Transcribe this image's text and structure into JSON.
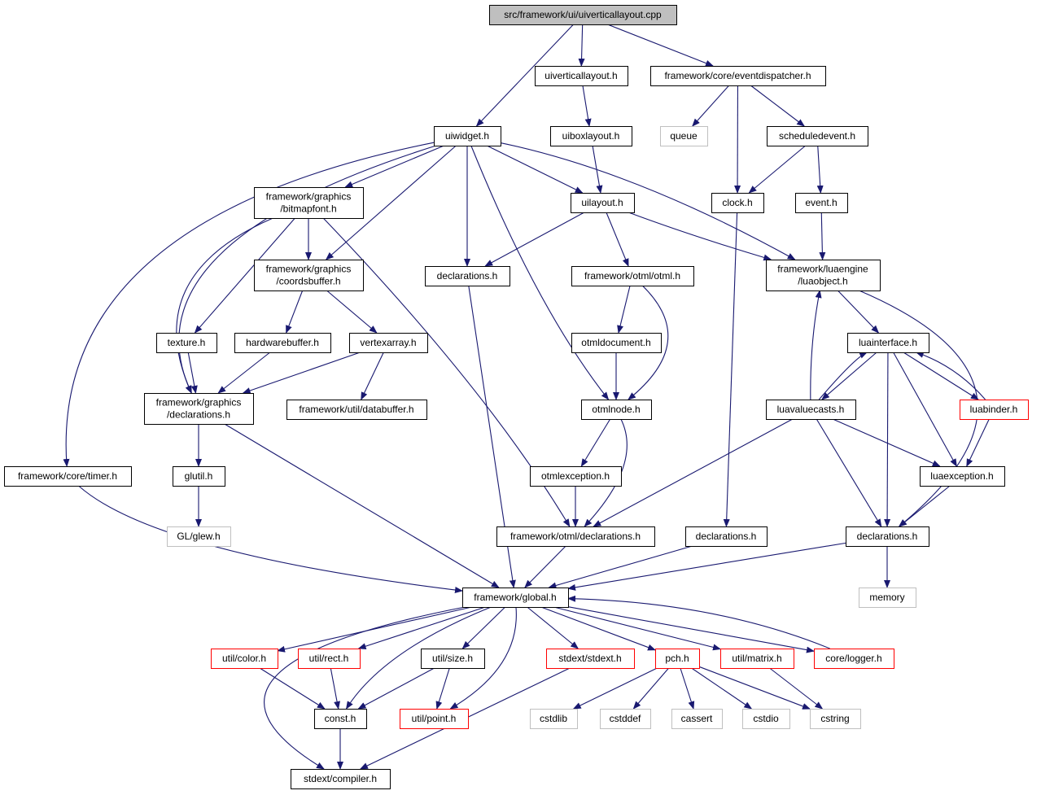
{
  "colors": {
    "edge": "#191970",
    "node_border_normal": "#000000",
    "node_border_truncated": "#ff0000",
    "node_border_external": "#bfbfbf",
    "root_fill": "#bfbfbf",
    "node_fill": "#ffffff",
    "text": "#000000"
  },
  "diagram": {
    "nodes": [
      {
        "id": "root",
        "label": "src/framework/ui/uiverticallayout.cpp",
        "style": "root"
      },
      {
        "id": "uiverticallayout",
        "label": "uiverticallayout.h",
        "style": "normal"
      },
      {
        "id": "eventdispatcher",
        "label": "framework/core/eventdispatcher.h",
        "style": "normal"
      },
      {
        "id": "uiwidget",
        "label": "uiwidget.h",
        "style": "normal"
      },
      {
        "id": "uiboxlayout",
        "label": "uiboxlayout.h",
        "style": "normal"
      },
      {
        "id": "queue",
        "label": "queue",
        "style": "external"
      },
      {
        "id": "scheduledevent",
        "label": "scheduledevent.h",
        "style": "normal"
      },
      {
        "id": "bitmapfont",
        "label": [
          "framework/graphics",
          "/bitmapfont.h"
        ],
        "style": "normal"
      },
      {
        "id": "uilayout",
        "label": "uilayout.h",
        "style": "normal"
      },
      {
        "id": "clock",
        "label": "clock.h",
        "style": "normal"
      },
      {
        "id": "event",
        "label": "event.h",
        "style": "normal"
      },
      {
        "id": "coordsbuffer",
        "label": [
          "framework/graphics",
          "/coordsbuffer.h"
        ],
        "style": "normal"
      },
      {
        "id": "declarations_ui",
        "label": "declarations.h",
        "style": "normal"
      },
      {
        "id": "otml",
        "label": "framework/otml/otml.h",
        "style": "normal"
      },
      {
        "id": "luaobject",
        "label": [
          "framework/luaengine",
          "/luaobject.h"
        ],
        "style": "normal"
      },
      {
        "id": "texture",
        "label": "texture.h",
        "style": "normal"
      },
      {
        "id": "hardwarebuffer",
        "label": "hardwarebuffer.h",
        "style": "normal"
      },
      {
        "id": "vertexarray",
        "label": "vertexarray.h",
        "style": "normal"
      },
      {
        "id": "otmldocument",
        "label": "otmldocument.h",
        "style": "normal"
      },
      {
        "id": "luainterface",
        "label": "luainterface.h",
        "style": "normal"
      },
      {
        "id": "graphics_decl",
        "label": [
          "framework/graphics",
          "/declarations.h"
        ],
        "style": "normal"
      },
      {
        "id": "databuffer",
        "label": "framework/util/databuffer.h",
        "style": "normal"
      },
      {
        "id": "otmlnode",
        "label": "otmlnode.h",
        "style": "normal"
      },
      {
        "id": "luavaluecasts",
        "label": "luavaluecasts.h",
        "style": "normal"
      },
      {
        "id": "luabinder",
        "label": "luabinder.h",
        "style": "truncated"
      },
      {
        "id": "timer",
        "label": "framework/core/timer.h",
        "style": "normal"
      },
      {
        "id": "glutil",
        "label": "glutil.h",
        "style": "normal"
      },
      {
        "id": "otmlexception",
        "label": "otmlexception.h",
        "style": "normal"
      },
      {
        "id": "luaexception",
        "label": "luaexception.h",
        "style": "normal"
      },
      {
        "id": "glew",
        "label": "GL/glew.h",
        "style": "external"
      },
      {
        "id": "otml_decl",
        "label": "framework/otml/declarations.h",
        "style": "normal"
      },
      {
        "id": "core_decl",
        "label": "declarations.h",
        "style": "normal"
      },
      {
        "id": "lua_decl",
        "label": "declarations.h",
        "style": "normal"
      },
      {
        "id": "memory",
        "label": "memory",
        "style": "external"
      },
      {
        "id": "global",
        "label": "framework/global.h",
        "style": "normal"
      },
      {
        "id": "color",
        "label": "util/color.h",
        "style": "truncated"
      },
      {
        "id": "rect",
        "label": "util/rect.h",
        "style": "truncated"
      },
      {
        "id": "size",
        "label": "util/size.h",
        "style": "normal"
      },
      {
        "id": "stdext",
        "label": "stdext/stdext.h",
        "style": "truncated"
      },
      {
        "id": "pch",
        "label": "pch.h",
        "style": "truncated"
      },
      {
        "id": "matrix",
        "label": "util/matrix.h",
        "style": "truncated"
      },
      {
        "id": "logger",
        "label": "core/logger.h",
        "style": "truncated"
      },
      {
        "id": "const",
        "label": "const.h",
        "style": "normal"
      },
      {
        "id": "point",
        "label": "util/point.h",
        "style": "truncated"
      },
      {
        "id": "cstdlib",
        "label": "cstdlib",
        "style": "external"
      },
      {
        "id": "cstddef",
        "label": "cstddef",
        "style": "external"
      },
      {
        "id": "cassert",
        "label": "cassert",
        "style": "external"
      },
      {
        "id": "cstdio",
        "label": "cstdio",
        "style": "external"
      },
      {
        "id": "cstring",
        "label": "cstring",
        "style": "external"
      },
      {
        "id": "compiler",
        "label": "stdext/compiler.h",
        "style": "normal"
      }
    ],
    "edges": [
      [
        "root",
        "uiwidget"
      ],
      [
        "root",
        "uiverticallayout"
      ],
      [
        "root",
        "eventdispatcher"
      ],
      [
        "uiverticallayout",
        "uiboxlayout"
      ],
      [
        "uiboxlayout",
        "uilayout"
      ],
      [
        "eventdispatcher",
        "queue"
      ],
      [
        "eventdispatcher",
        "clock"
      ],
      [
        "eventdispatcher",
        "scheduledevent"
      ],
      [
        "scheduledevent",
        "clock"
      ],
      [
        "scheduledevent",
        "event"
      ],
      [
        "event",
        "luaobject"
      ],
      [
        "uiwidget",
        "bitmapfont"
      ],
      [
        "uiwidget",
        "coordsbuffer"
      ],
      [
        "uiwidget",
        "declarations_ui"
      ],
      [
        "uiwidget",
        "uilayout"
      ],
      [
        "uiwidget",
        "luaobject"
      ],
      [
        "uiwidget",
        "otmlnode"
      ],
      [
        "uiwidget",
        "graphics_decl"
      ],
      [
        "uiwidget",
        "timer"
      ],
      [
        "bitmapfont",
        "coordsbuffer"
      ],
      [
        "bitmapfont",
        "texture"
      ],
      [
        "bitmapfont",
        "graphics_decl"
      ],
      [
        "bitmapfont",
        "otml_decl"
      ],
      [
        "uilayout",
        "declarations_ui"
      ],
      [
        "uilayout",
        "otml"
      ],
      [
        "uilayout",
        "luaobject"
      ],
      [
        "coordsbuffer",
        "hardwarebuffer"
      ],
      [
        "coordsbuffer",
        "vertexarray"
      ],
      [
        "texture",
        "graphics_decl"
      ],
      [
        "hardwarebuffer",
        "graphics_decl"
      ],
      [
        "vertexarray",
        "graphics_decl"
      ],
      [
        "vertexarray",
        "databuffer"
      ],
      [
        "otml",
        "otmldocument"
      ],
      [
        "otml",
        "otmlnode"
      ],
      [
        "otmldocument",
        "otmlnode"
      ],
      [
        "otmlnode",
        "otmlexception"
      ],
      [
        "otmlnode",
        "otml_decl"
      ],
      [
        "otmlexception",
        "otml_decl"
      ],
      [
        "luaobject",
        "luainterface"
      ],
      [
        "luaobject",
        "lua_decl"
      ],
      [
        "luainterface",
        "luavaluecasts"
      ],
      [
        "luainterface",
        "luabinder"
      ],
      [
        "luainterface",
        "luaexception"
      ],
      [
        "luainterface",
        "lua_decl"
      ],
      [
        "luavaluecasts",
        "luainterface"
      ],
      [
        "luavaluecasts",
        "luaobject"
      ],
      [
        "luavaluecasts",
        "luaexception"
      ],
      [
        "luavaluecasts",
        "lua_decl"
      ],
      [
        "luavaluecasts",
        "otml_decl"
      ],
      [
        "luabinder",
        "luainterface"
      ],
      [
        "luabinder",
        "luaexception"
      ],
      [
        "luaexception",
        "lua_decl"
      ],
      [
        "graphics_decl",
        "glutil"
      ],
      [
        "graphics_decl",
        "global"
      ],
      [
        "glutil",
        "glew"
      ],
      [
        "timer",
        "global"
      ],
      [
        "clock",
        "core_decl"
      ],
      [
        "core_decl",
        "global"
      ],
      [
        "otml_decl",
        "global"
      ],
      [
        "declarations_ui",
        "global"
      ],
      [
        "lua_decl",
        "global"
      ],
      [
        "lua_decl",
        "memory"
      ],
      [
        "global",
        "color"
      ],
      [
        "global",
        "rect"
      ],
      [
        "global",
        "size"
      ],
      [
        "global",
        "stdext"
      ],
      [
        "global",
        "pch"
      ],
      [
        "global",
        "matrix"
      ],
      [
        "global",
        "logger"
      ],
      [
        "global",
        "const"
      ],
      [
        "global",
        "point"
      ],
      [
        "global",
        "compiler"
      ],
      [
        "logger",
        "global"
      ],
      [
        "color",
        "const"
      ],
      [
        "rect",
        "const"
      ],
      [
        "size",
        "const"
      ],
      [
        "size",
        "point"
      ],
      [
        "const",
        "compiler"
      ],
      [
        "stdext",
        "compiler"
      ],
      [
        "pch",
        "cstdlib"
      ],
      [
        "pch",
        "cstddef"
      ],
      [
        "pch",
        "cassert"
      ],
      [
        "pch",
        "cstdio"
      ],
      [
        "pch",
        "cstring"
      ],
      [
        "matrix",
        "cstring"
      ]
    ]
  }
}
